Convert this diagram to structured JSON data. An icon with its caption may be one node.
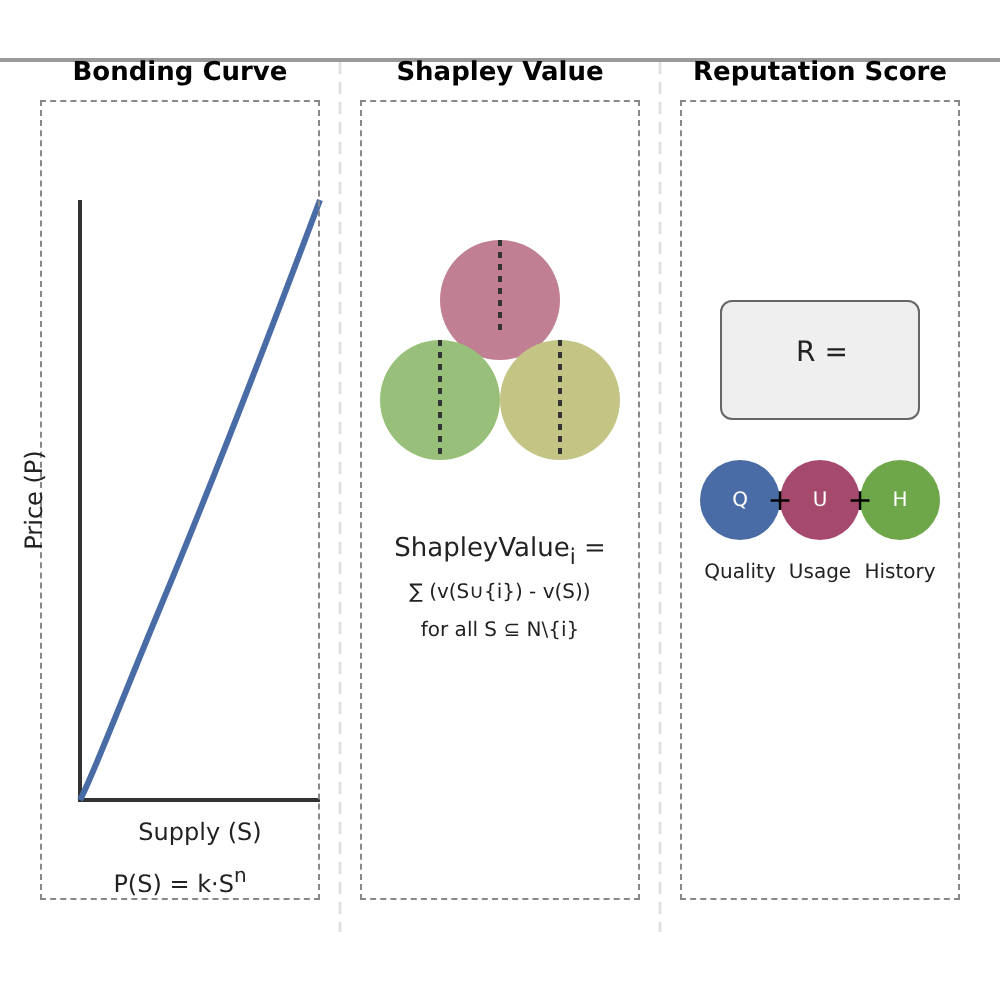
{
  "diagram": {
    "nodes": [
      {
        "text": [
          "Bonding Curve",
          "P(S) = k·S$^{n}$"
        ]
      },
      {
        "text": [
          "Shapley Value",
          "ShapleyValue$_{i}$ =",
          "∑ (v(S∪{i}) - v(S))",
          "for all S ⊆ N\\{i}"
        ]
      },
      {
        "text": [],
        "shape": "circle",
        "in": 1
      },
      {
        "text": [],
        "shape": "circle",
        "in": 1
      },
      {
        "text": [],
        "shape": "circle",
        "in": 1
      },
      {
        "text": [
          "Reputation Score"
        ]
      },
      {
        "text": [
          "R ="
        ],
        "in": 5
      },
      {
        "text": [
          "Q"
        ],
        "beside": [
          "Quality"
        ],
        "in": 5
      },
      {
        "text": [
          "U"
        ],
        "beside": [
          "Usage"
        ],
        "in": 5
      },
      {
        "text": [
          "H"
        ],
        "beside": [
          "History"
        ],
        "in": 5
      }
    ],
    "labels": [
      "Price (P)",
      "Supply (S)",
      "+",
      "+"
    ]
  }
}
